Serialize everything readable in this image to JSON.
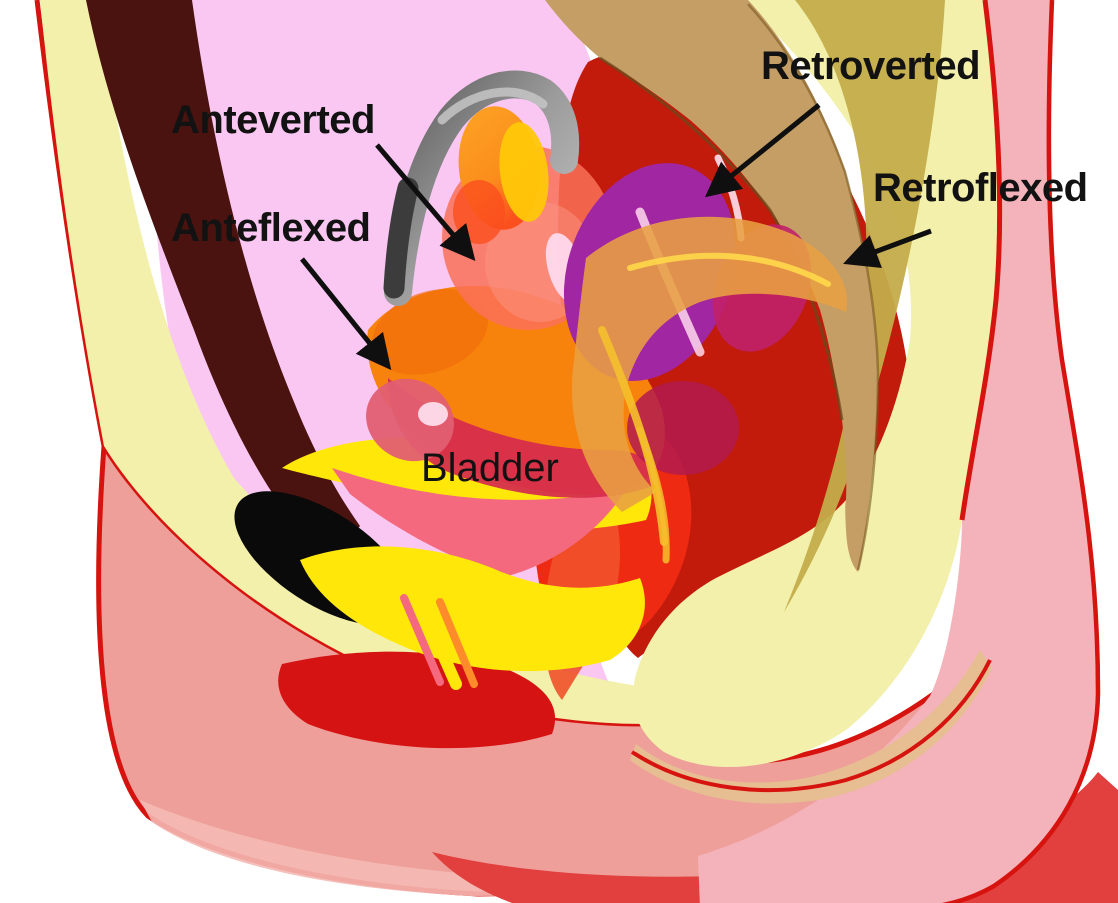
{
  "labels": [
    {
      "id": "anteverted",
      "text": "Anteverted"
    },
    {
      "id": "anteflexed",
      "text": "Anteflexed"
    },
    {
      "id": "retroverted",
      "text": "Retroverted"
    },
    {
      "id": "retroflexed",
      "text": "Retroflexed"
    },
    {
      "id": "bladder",
      "text": "Bladder"
    }
  ],
  "colors": {
    "background": "#ffffff",
    "cavity_pink": "#f9c7f2",
    "outline_red": "#d6130e",
    "cream": "#f2f0ab",
    "gold": "#c3ac4a",
    "tan": "#c59e66",
    "maroon": "#4a130f",
    "black_shape": "#0a0a0a",
    "salmon": "#ee9f9a",
    "buttock_pink": "#f4b3ba",
    "band_red": "#e2403e",
    "dark_red": "#c21a0b",
    "red_mid": "#d61313",
    "bright_red": "#ee2a12",
    "crimson": "#d52a4e",
    "orange": "#f8830c",
    "retro_orange": "#e8a042",
    "purple": "#a126a1",
    "magenta": "#c02169",
    "coral": "#fa7158",
    "yellow": "#ffe70a",
    "bladder_pink": "#f4697e",
    "peach": "#e7bd92",
    "gray_tube": "#8e8e8e",
    "label_color": "#121212",
    "arrow_black": "#0f0f0f"
  }
}
